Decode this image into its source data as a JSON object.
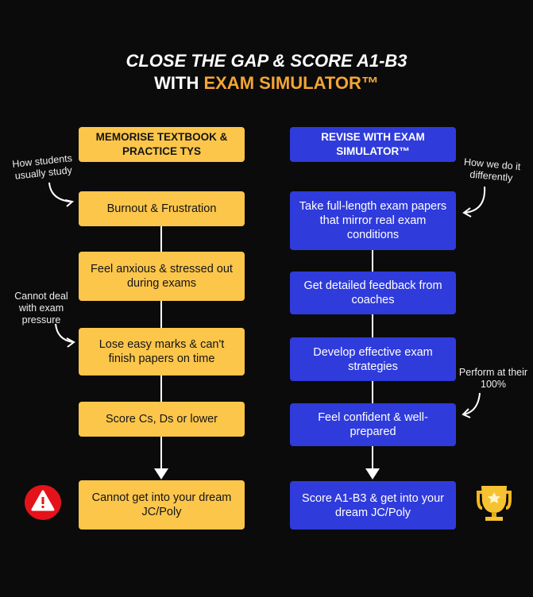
{
  "title": {
    "line1": "CLOSE THE GAP & SCORE A1-B3",
    "line2_prefix": "WITH ",
    "line2_highlight": "EXAM SIMULATOR™"
  },
  "colors": {
    "yellow": "#fcc64b",
    "blue": "#2f3bdb",
    "accent": "#f4a534",
    "background": "#0b0b0b"
  },
  "left": {
    "header": "MEMORISE TEXTBOOK & PRACTICE TYS",
    "steps": [
      "Burnout & Frustration",
      "Feel anxious & stressed out during exams",
      "Lose easy marks & can't finish papers on time",
      "Score Cs, Ds or lower"
    ],
    "outcome": "Cannot get into your dream JC/Poly",
    "outcome_icon": "warning-icon"
  },
  "right": {
    "header": "REVISE WITH EXAM SIMULATOR™",
    "steps": [
      "Take full-length exam papers that mirror real exam conditions",
      "Get detailed feedback from coaches",
      "Develop effective exam strategies",
      "Feel confident & well-prepared"
    ],
    "outcome": "Score A1-B3 & get into your dream JC/Poly",
    "outcome_icon": "trophy-icon"
  },
  "notes": {
    "how_students": "How students usually study",
    "cannot_deal": "Cannot deal with exam pressure",
    "how_we": "How we do it differently",
    "perform": "Perform at their 100%"
  }
}
